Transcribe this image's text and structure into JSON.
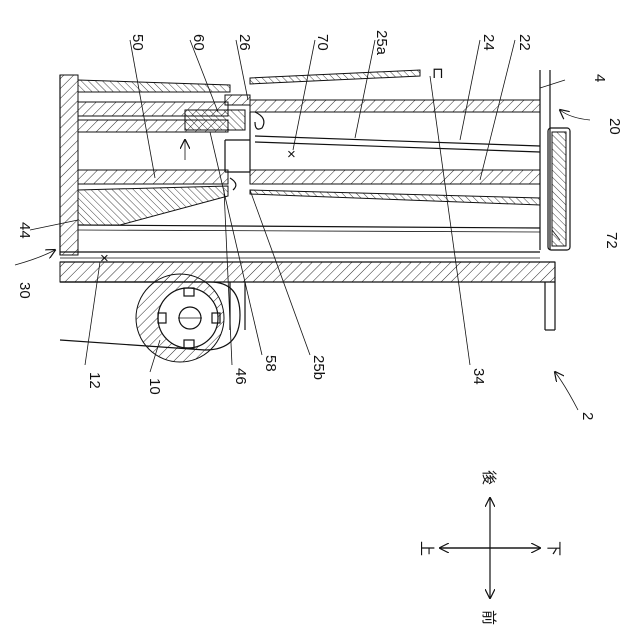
{
  "labels": {
    "l50": "50",
    "l60": "60",
    "l26": "26",
    "l70": "70",
    "l25a": "25a",
    "l24": "24",
    "l22": "22",
    "l4": "4",
    "l20": "20",
    "l44": "44",
    "l30": "30",
    "l72": "72",
    "l12": "12",
    "l10": "10",
    "l46": "46",
    "l58": "58",
    "l25b": "25b",
    "l34": "34",
    "l2": "2"
  },
  "directions": {
    "up": "上",
    "down": "下",
    "rear": "後",
    "front": "前"
  }
}
